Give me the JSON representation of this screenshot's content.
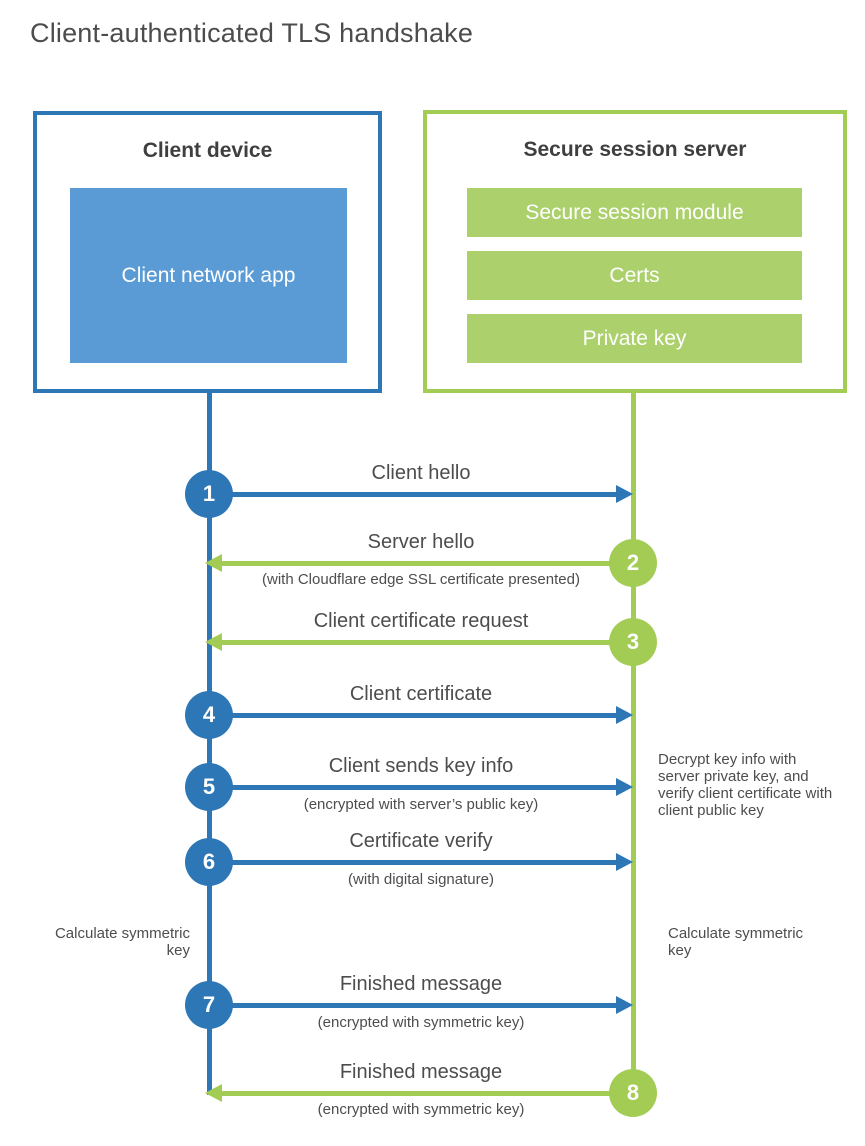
{
  "title": "Client-authenticated TLS handshake",
  "colors": {
    "blue": "#2e77b6",
    "blue_fill": "#5b9bd5",
    "green": "#a3cc54",
    "green_fill": "#abd06c",
    "heading_text": "#3f3f3f",
    "body_text": "#4d4d4d"
  },
  "client_box": {
    "title": "Client device",
    "app_label": "Client network app"
  },
  "server_box": {
    "title": "Secure session server",
    "modules": [
      {
        "label": "Secure session module"
      },
      {
        "label": "Certs"
      },
      {
        "label": "Private key"
      }
    ]
  },
  "messages": [
    {
      "num": "1",
      "label": "Client hello",
      "caption": "",
      "direction": "right",
      "color": "blue"
    },
    {
      "num": "2",
      "label": "Server hello",
      "caption": "(with Cloudflare edge SSL certificate presented)",
      "direction": "left",
      "color": "green"
    },
    {
      "num": "3",
      "label": "Client certificate request",
      "caption": "",
      "direction": "left",
      "color": "green"
    },
    {
      "num": "4",
      "label": "Client certificate",
      "caption": "",
      "direction": "right",
      "color": "blue"
    },
    {
      "num": "5",
      "label": "Client sends key info",
      "caption": "(encrypted with server’s public key)",
      "direction": "right",
      "color": "blue"
    },
    {
      "num": "6",
      "label": "Certificate verify",
      "caption": "(with digital signature)",
      "direction": "right",
      "color": "blue"
    },
    {
      "num": "7",
      "label": "Finished message",
      "caption": "(encrypted with symmetric key)",
      "direction": "right",
      "color": "blue"
    },
    {
      "num": "8",
      "label": "Finished message",
      "caption": "(encrypted with symmetric key)",
      "direction": "left",
      "color": "green"
    }
  ],
  "side_notes": {
    "calculate_left": "Calculate symmetric key",
    "calculate_right": "Calculate symmetric key",
    "decrypt": "Decrypt key info with server private key, and verify client certificate with client public key"
  }
}
